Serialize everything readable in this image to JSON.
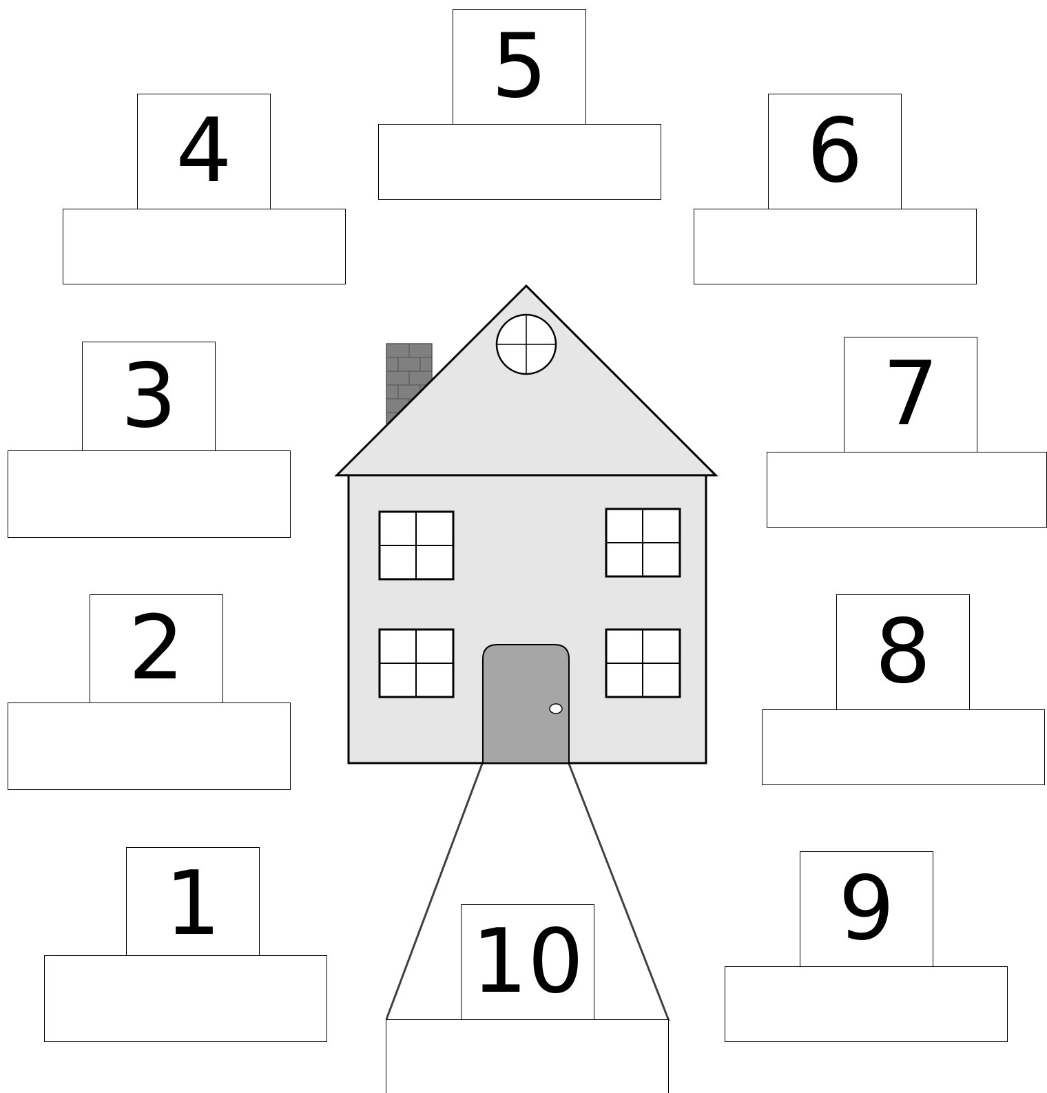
{
  "worksheet": {
    "numbers": [
      {
        "id": "n1",
        "label": "1"
      },
      {
        "id": "n2",
        "label": "2"
      },
      {
        "id": "n3",
        "label": "3"
      },
      {
        "id": "n4",
        "label": "4"
      },
      {
        "id": "n5",
        "label": "5"
      },
      {
        "id": "n6",
        "label": "6"
      },
      {
        "id": "n7",
        "label": "7"
      },
      {
        "id": "n8",
        "label": "8"
      },
      {
        "id": "n9",
        "label": "9"
      },
      {
        "id": "n10",
        "label": "10"
      }
    ]
  },
  "colors": {
    "outline": "#000000",
    "house_wall": "#e6e6e6",
    "roof": "#e6e6e6",
    "door": "#a6a6a6",
    "chimney": "#808080",
    "path_line": "#404040"
  },
  "illustration": {
    "house_icon": "house-with-chimney",
    "attic_window_icon": "round-window",
    "door_knob_icon": "oval-knob"
  }
}
